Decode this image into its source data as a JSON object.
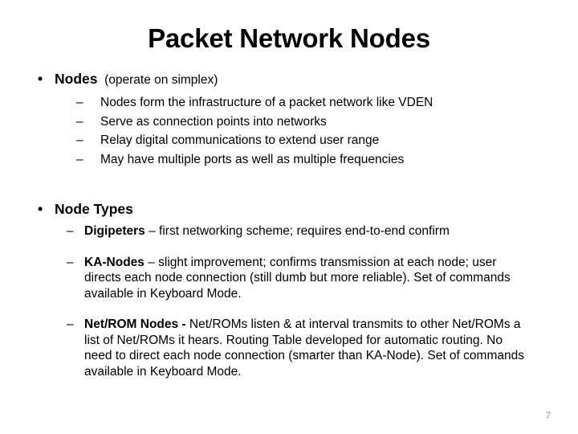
{
  "slide": {
    "title": "Packet Network Nodes",
    "page_number": "7",
    "page_number_color": "#9a9a9a",
    "background_color": "#ffffff",
    "text_color": "#000000",
    "bullet_glyph": "•",
    "dash_glyph": "–",
    "sections": [
      {
        "heading": "Nodes",
        "heading_note": "(operate on simplex)",
        "items": [
          "Nodes form the infrastructure of a packet network like VDEN",
          "Serve as connection points into networks",
          "Relay digital communications to extend user range",
          "May have multiple ports as well as multiple frequencies"
        ]
      },
      {
        "heading": "Node Types",
        "heading_note": "",
        "paragraphs": [
          {
            "term": "Digipeters",
            "rest": " – first networking scheme; requires end-to-end confirm"
          },
          {
            "term": "KA-Nodes",
            "rest": " – slight improvement; confirms transmission at each node; user directs each node connection (still dumb but more reliable). Set of commands available in Keyboard Mode."
          },
          {
            "term": "Net/ROM Nodes -",
            "rest": "  Net/ROMs listen & at interval transmits to other Net/ROMs a list of Net/ROMs it hears. Routing Table developed for automatic routing. No need to direct each node connection (smarter than KA-Node). Set of commands available in Keyboard Mode."
          }
        ]
      }
    ]
  }
}
